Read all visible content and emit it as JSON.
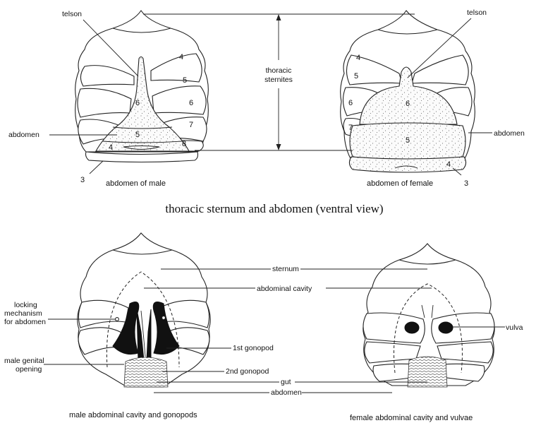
{
  "title": "thoracic sternum and abdomen (ventral view)",
  "top_labels": {
    "telson_male": "telson",
    "telson_female": "telson",
    "thoracic_sternites": [
      "thoracic",
      "sternites"
    ],
    "abdomen_male": "abdomen",
    "abdomen_female": "abdomen",
    "three_male": "3",
    "three_female": "3",
    "caption_male": "abdomen of male",
    "caption_female": "abdomen of female"
  },
  "male_numbers": [
    "4",
    "5",
    "6",
    "7",
    "8",
    "6",
    "5",
    "4"
  ],
  "female_numbers": [
    "4",
    "5",
    "6",
    "7",
    "6",
    "5",
    "4"
  ],
  "bottom_labels": {
    "sternum": "sternum",
    "abdominal_cavity": "abdominal cavity",
    "locking": [
      "locking",
      "mechanism",
      "for abdomen"
    ],
    "first_gonopod": "1st gonopod",
    "genital_opening": [
      "male genital",
      "opening"
    ],
    "second_gonopod": "2nd gonopod",
    "gut": "gut",
    "abdomen": "abdomen",
    "vulva": "vulva",
    "caption_male": "male abdominal cavity and gonopods",
    "caption_female": "female abdominal cavity and vulvae"
  }
}
